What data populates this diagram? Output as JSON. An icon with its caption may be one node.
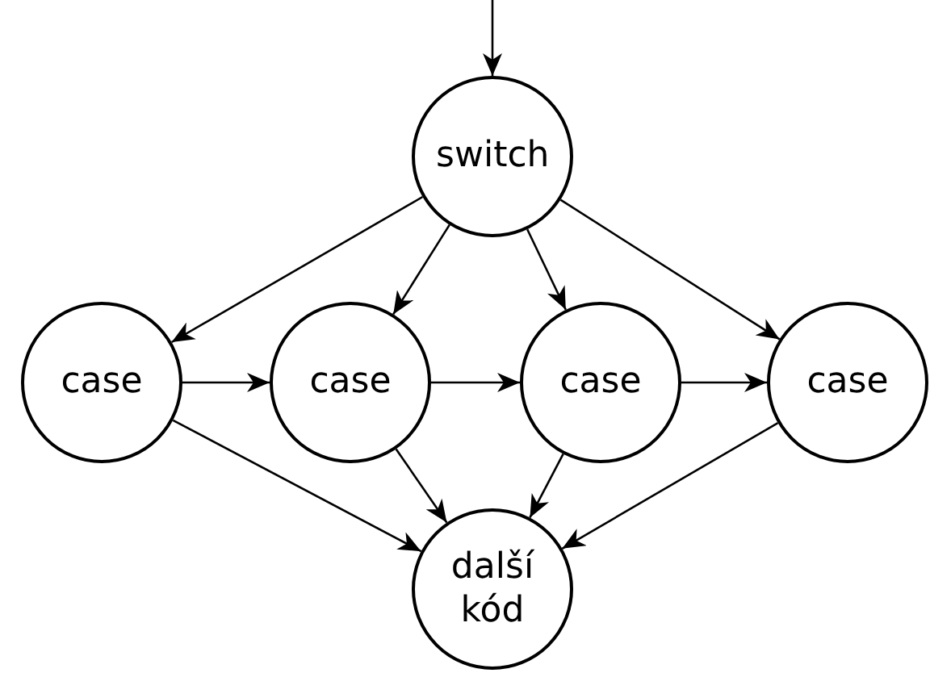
{
  "diagram": {
    "nodes": [
      {
        "text": [
          "switch"
        ]
      },
      {
        "text": [
          "case"
        ]
      },
      {
        "text": [
          "case"
        ]
      },
      {
        "text": [
          "case"
        ]
      },
      {
        "text": [
          "case"
        ]
      },
      {
        "text": [
          "další kód"
        ]
      }
    ],
    "edges": [
      {
        "from": null,
        "to": 0,
        "arrow": "to"
      },
      {
        "from": 0,
        "to": 1,
        "arrow": "to"
      },
      {
        "from": 0,
        "to": 2,
        "arrow": "to"
      },
      {
        "from": 0,
        "to": 3,
        "arrow": "to"
      },
      {
        "from": 0,
        "to": 4,
        "arrow": "to"
      },
      {
        "from": 1,
        "to": 2,
        "arrow": "to"
      },
      {
        "from": 2,
        "to": 3,
        "arrow": "to"
      },
      {
        "from": 3,
        "to": 4,
        "arrow": "to"
      },
      {
        "from": 1,
        "to": 5,
        "arrow": "to"
      },
      {
        "from": 2,
        "to": 5,
        "arrow": "to"
      },
      {
        "from": 3,
        "to": 5,
        "arrow": "to"
      },
      {
        "from": 4,
        "to": 5,
        "arrow": "to"
      }
    ]
  }
}
